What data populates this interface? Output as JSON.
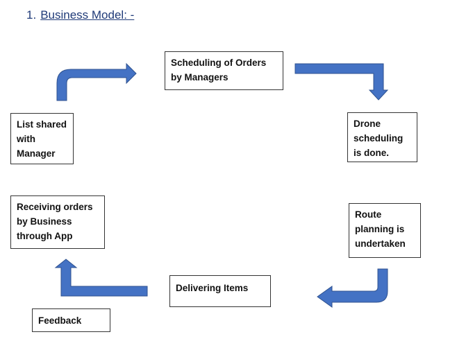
{
  "heading": {
    "number": "1.",
    "title": "Business Model: -"
  },
  "steps": [
    {
      "id": "scheduling",
      "label": "Scheduling of Orders\nby Managers"
    },
    {
      "id": "drone",
      "label": "Drone\nscheduling\nis done."
    },
    {
      "id": "route",
      "label": "Route\nplanning is\nundertaken"
    },
    {
      "id": "delivering",
      "label": "Delivering Items"
    },
    {
      "id": "receiving",
      "label": "Receiving orders\nby Business\nthrough App"
    },
    {
      "id": "list",
      "label": "List shared\nwith\nManager"
    },
    {
      "id": "feedback",
      "label": "Feedback"
    }
  ],
  "colors": {
    "arrow_fill": "#4472c4",
    "arrow_stroke": "#2f528f",
    "heading": "#1f3a78"
  }
}
